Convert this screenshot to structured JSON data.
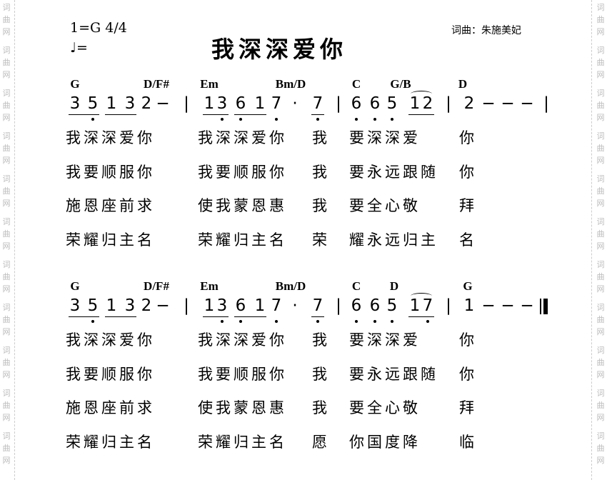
{
  "watermark": "词曲网",
  "header": {
    "key_meter": "1=G  4/4",
    "tempo": "♩=",
    "title": "我深深爱你",
    "credit": "词曲：朱施美妃"
  },
  "systems": [
    {
      "chords": [
        "G",
        "D/F#",
        "Em",
        "Bm/D",
        "C",
        "G/B",
        "D"
      ],
      "notes": [
        "3",
        "5",
        "1",
        "3",
        "2",
        "−",
        "|",
        "1",
        "3",
        "6",
        "1",
        "7",
        "·",
        "7",
        "|",
        "6",
        "6",
        "5",
        "1",
        "2",
        "|",
        "2",
        "−",
        "−",
        "−",
        "|"
      ],
      "low_dots": [
        1,
        8,
        9,
        11,
        13,
        15,
        16,
        17
      ],
      "underlines": [
        [
          0,
          1
        ],
        [
          2,
          3
        ],
        [
          7,
          8
        ],
        [
          9,
          10
        ],
        [
          13,
          13
        ],
        [
          18,
          19
        ]
      ],
      "slurs": [
        [
          18,
          19
        ]
      ],
      "final_bar": false,
      "lyrics": [
        [
          "我深深爱你",
          "我深深爱你",
          "我",
          "要深深爱",
          "你"
        ],
        [
          "我要顺服你",
          "我要顺服你",
          "我",
          "要永远跟随",
          "你"
        ],
        [
          "施恩座前求",
          "使我蒙恩惠",
          "我",
          "要全心敬",
          "拜"
        ],
        [
          "荣耀归主名",
          "荣耀归主名",
          "荣",
          "耀永远归主",
          "名"
        ]
      ]
    },
    {
      "chords": [
        "G",
        "D/F#",
        "Em",
        "Bm/D",
        "C",
        "D",
        "G"
      ],
      "notes": [
        "3",
        "5",
        "1",
        "3",
        "2",
        "−",
        "|",
        "1",
        "3",
        "6",
        "1",
        "7",
        "·",
        "7",
        "|",
        "6",
        "6",
        "5",
        "1",
        "7",
        "|",
        "1",
        "−",
        "−",
        "−"
      ],
      "low_dots": [
        1,
        8,
        9,
        11,
        13,
        15,
        16,
        17,
        19
      ],
      "underlines": [
        [
          0,
          1
        ],
        [
          2,
          3
        ],
        [
          7,
          8
        ],
        [
          9,
          10
        ],
        [
          13,
          13
        ],
        [
          18,
          19
        ]
      ],
      "slurs": [
        [
          18,
          19
        ]
      ],
      "final_bar": true,
      "lyrics": [
        [
          "我深深爱你",
          "我深深爱你",
          "我",
          "要深深爱",
          "你"
        ],
        [
          "我要顺服你",
          "我要顺服你",
          "我",
          "要永远跟随",
          "你"
        ],
        [
          "施恩座前求",
          "使我蒙恩惠",
          "我",
          "要全心敬",
          "拜"
        ],
        [
          "荣耀归主名",
          "荣耀归主名",
          "愿",
          "你国度降",
          "临"
        ]
      ]
    }
  ]
}
